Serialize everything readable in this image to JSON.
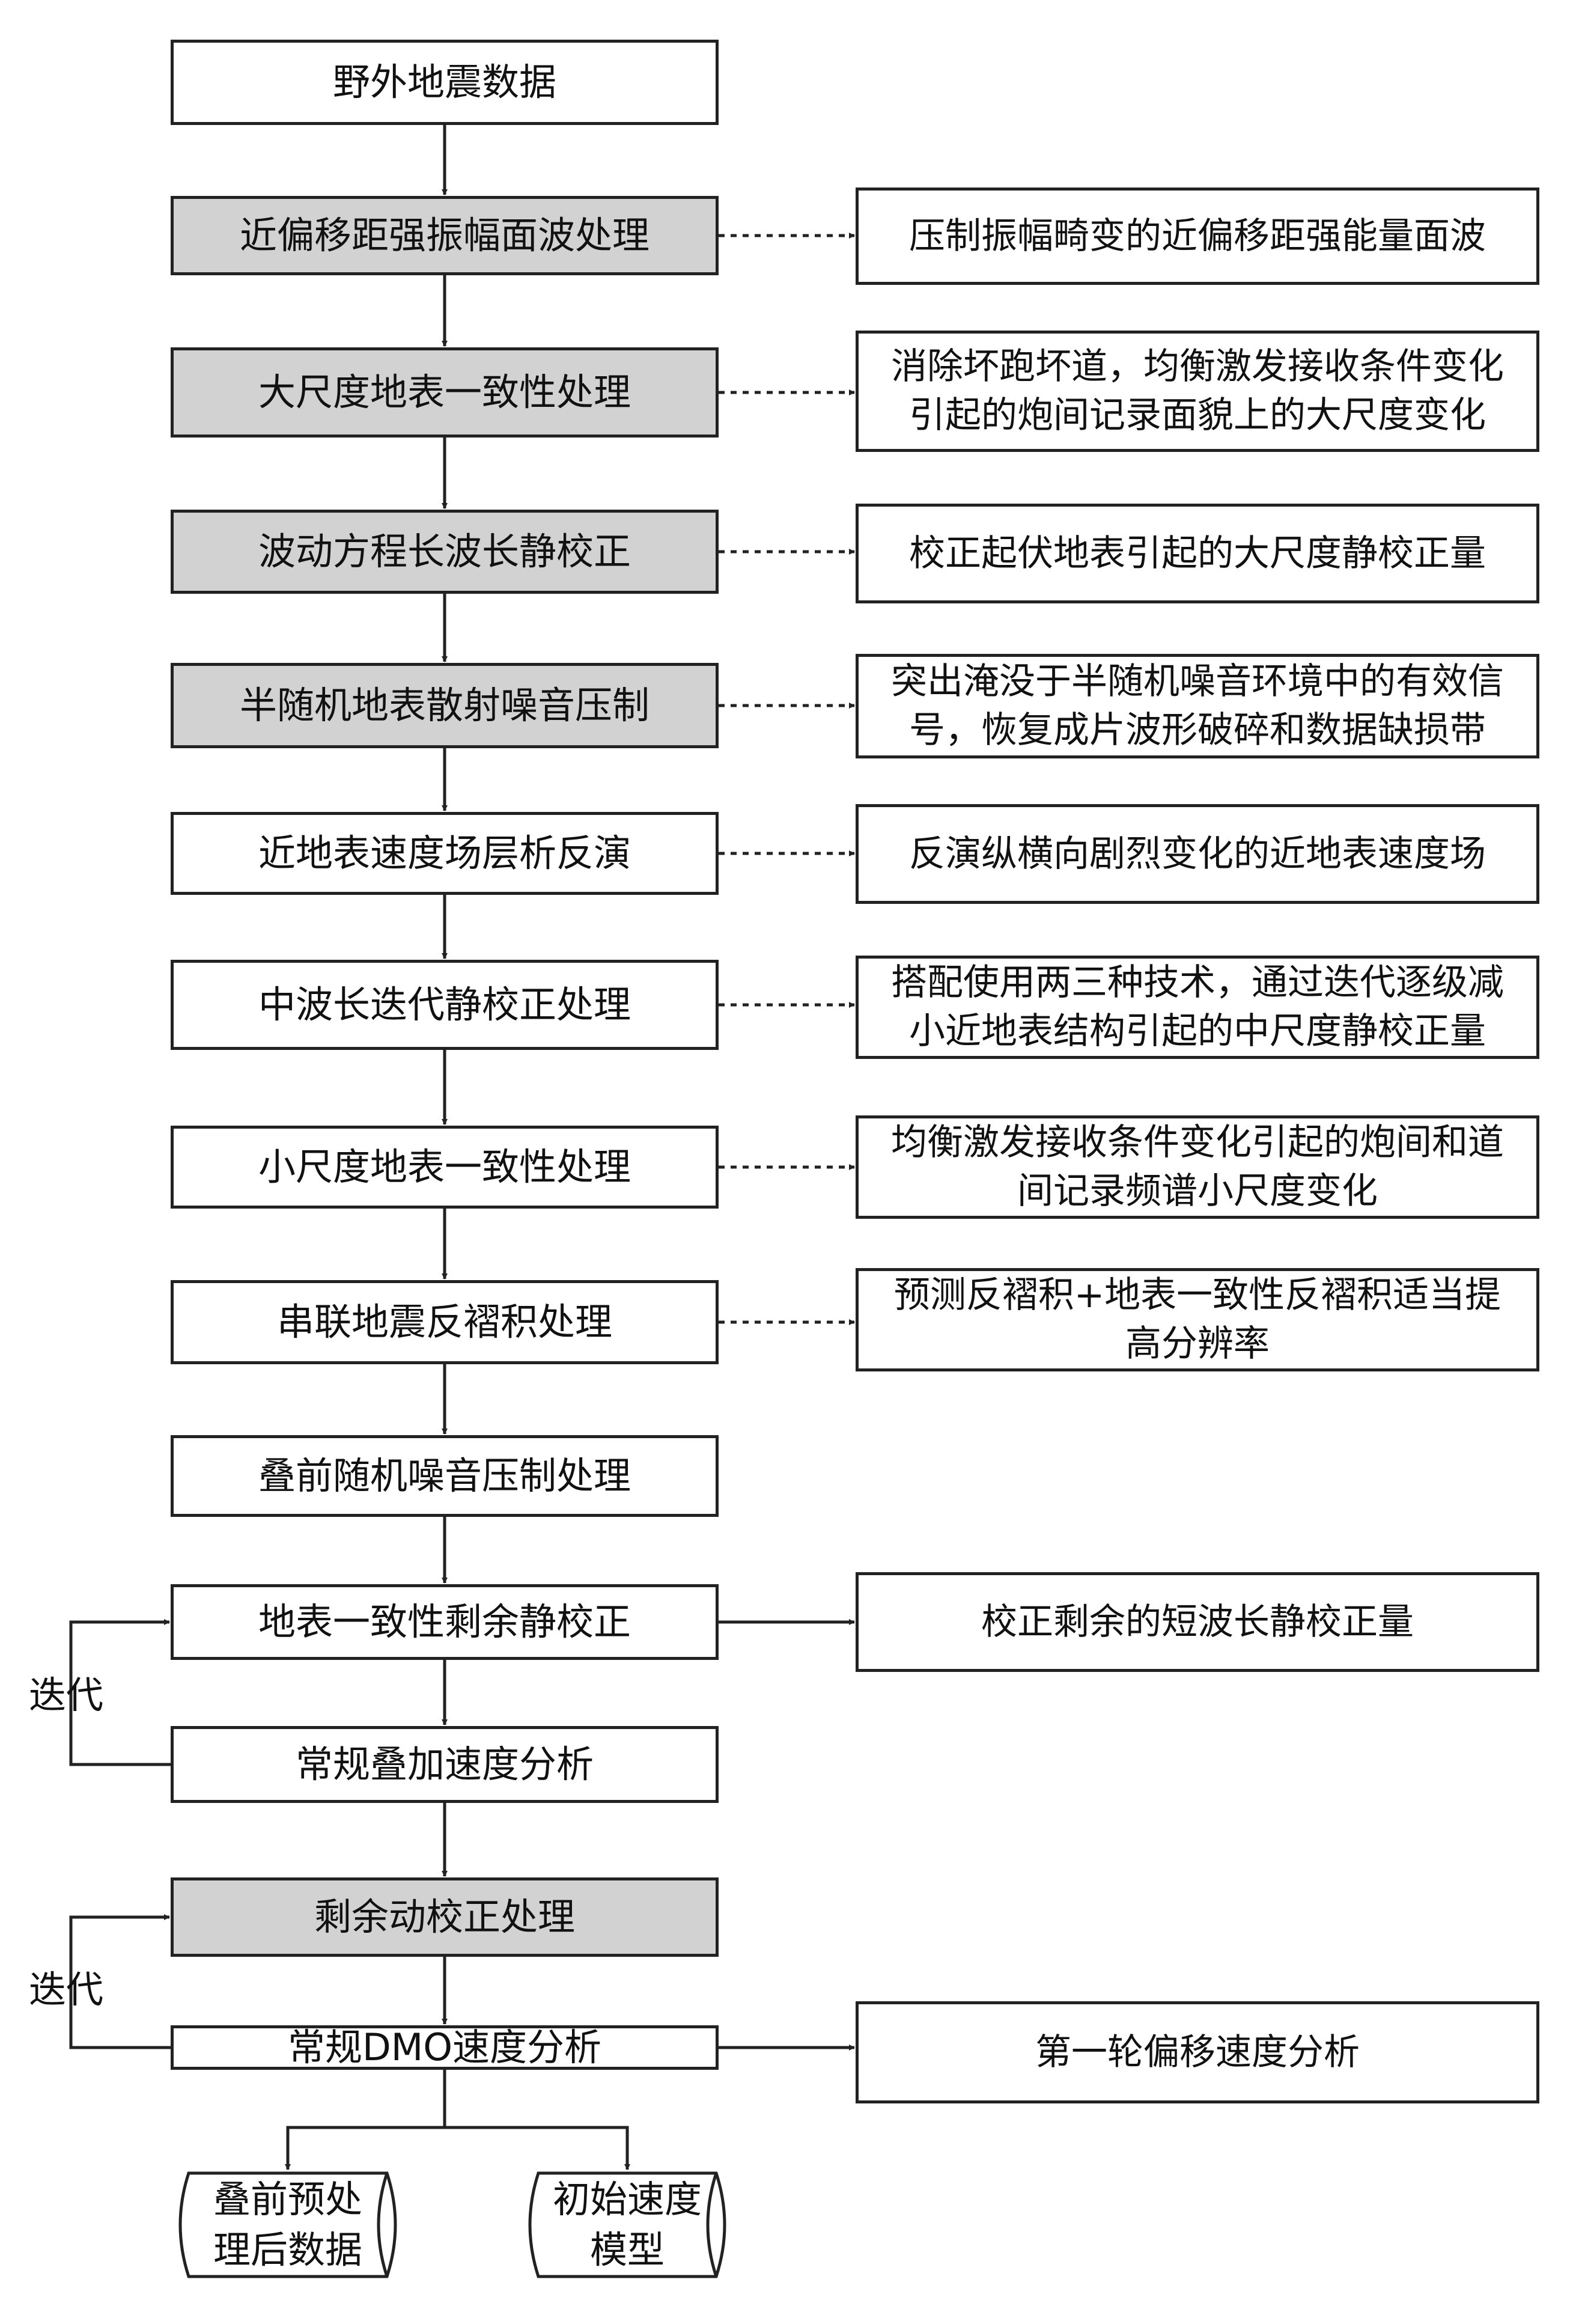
{
  "flow": {
    "steps": [
      {
        "id": "s1",
        "label": "野外地震数据",
        "shaded": false
      },
      {
        "id": "s2",
        "label": "近偏移距强振幅面波处理",
        "shaded": true
      },
      {
        "id": "s3",
        "label": "大尺度地表一致性处理",
        "shaded": true
      },
      {
        "id": "s4",
        "label": "波动方程长波长静校正",
        "shaded": true
      },
      {
        "id": "s5",
        "label": "半随机地表散射噪音压制",
        "shaded": true
      },
      {
        "id": "s6",
        "label": "近地表速度场层析反演",
        "shaded": false
      },
      {
        "id": "s7",
        "label": "中波长迭代静校正处理",
        "shaded": false
      },
      {
        "id": "s8",
        "label": "小尺度地表一致性处理",
        "shaded": false
      },
      {
        "id": "s9",
        "label": "串联地震反褶积处理",
        "shaded": false
      },
      {
        "id": "s10",
        "label": "叠前随机噪音压制处理",
        "shaded": false
      },
      {
        "id": "s11",
        "label": "地表一致性剩余静校正",
        "shaded": false
      },
      {
        "id": "s12",
        "label": "常规叠加速度分析",
        "shaded": false
      },
      {
        "id": "s13",
        "label": "剩余动校正处理",
        "shaded": true
      },
      {
        "id": "s14",
        "label": "常规DMO速度分析",
        "shaded": false
      }
    ],
    "notes": [
      {
        "id": "n2",
        "label": "压制振幅畸变的近偏移距强能量面波"
      },
      {
        "id": "n3",
        "label": "消除坏跑坏道，均衡激发接收条件变化\n引起的炮间记录面貌上的大尺度变化"
      },
      {
        "id": "n4",
        "label": "校正起伏地表引起的大尺度静校正量"
      },
      {
        "id": "n5",
        "label": "突出淹没于半随机噪音环境中的有效信\n号，恢复成片波形破碎和数据缺损带"
      },
      {
        "id": "n6",
        "label": "反演纵横向剧烈变化的近地表速度场"
      },
      {
        "id": "n7",
        "label": "搭配使用两三种技术，通过迭代逐级减\n小近地表结构引起的中尺度静校正量"
      },
      {
        "id": "n8",
        "label": "均衡激发接收条件变化引起的炮间和道\n间记录频谱小尺度变化"
      },
      {
        "id": "n9",
        "label": "预测反褶积+地表一致性反褶积适当提\n高分辨率"
      },
      {
        "id": "n11",
        "label": "校正剩余的短波长静校正量"
      },
      {
        "id": "n14",
        "label": "第一轮偏移速度分析"
      }
    ],
    "outputs": [
      {
        "id": "o1",
        "label": "叠前预处\n理后数据"
      },
      {
        "id": "o2",
        "label": "初始速度\n模型"
      }
    ],
    "loop_labels": [
      "迭代",
      "迭代"
    ]
  },
  "style": {
    "border": "#222222",
    "shaded_fill": "#d2d2d2",
    "arrow": "#222222"
  }
}
